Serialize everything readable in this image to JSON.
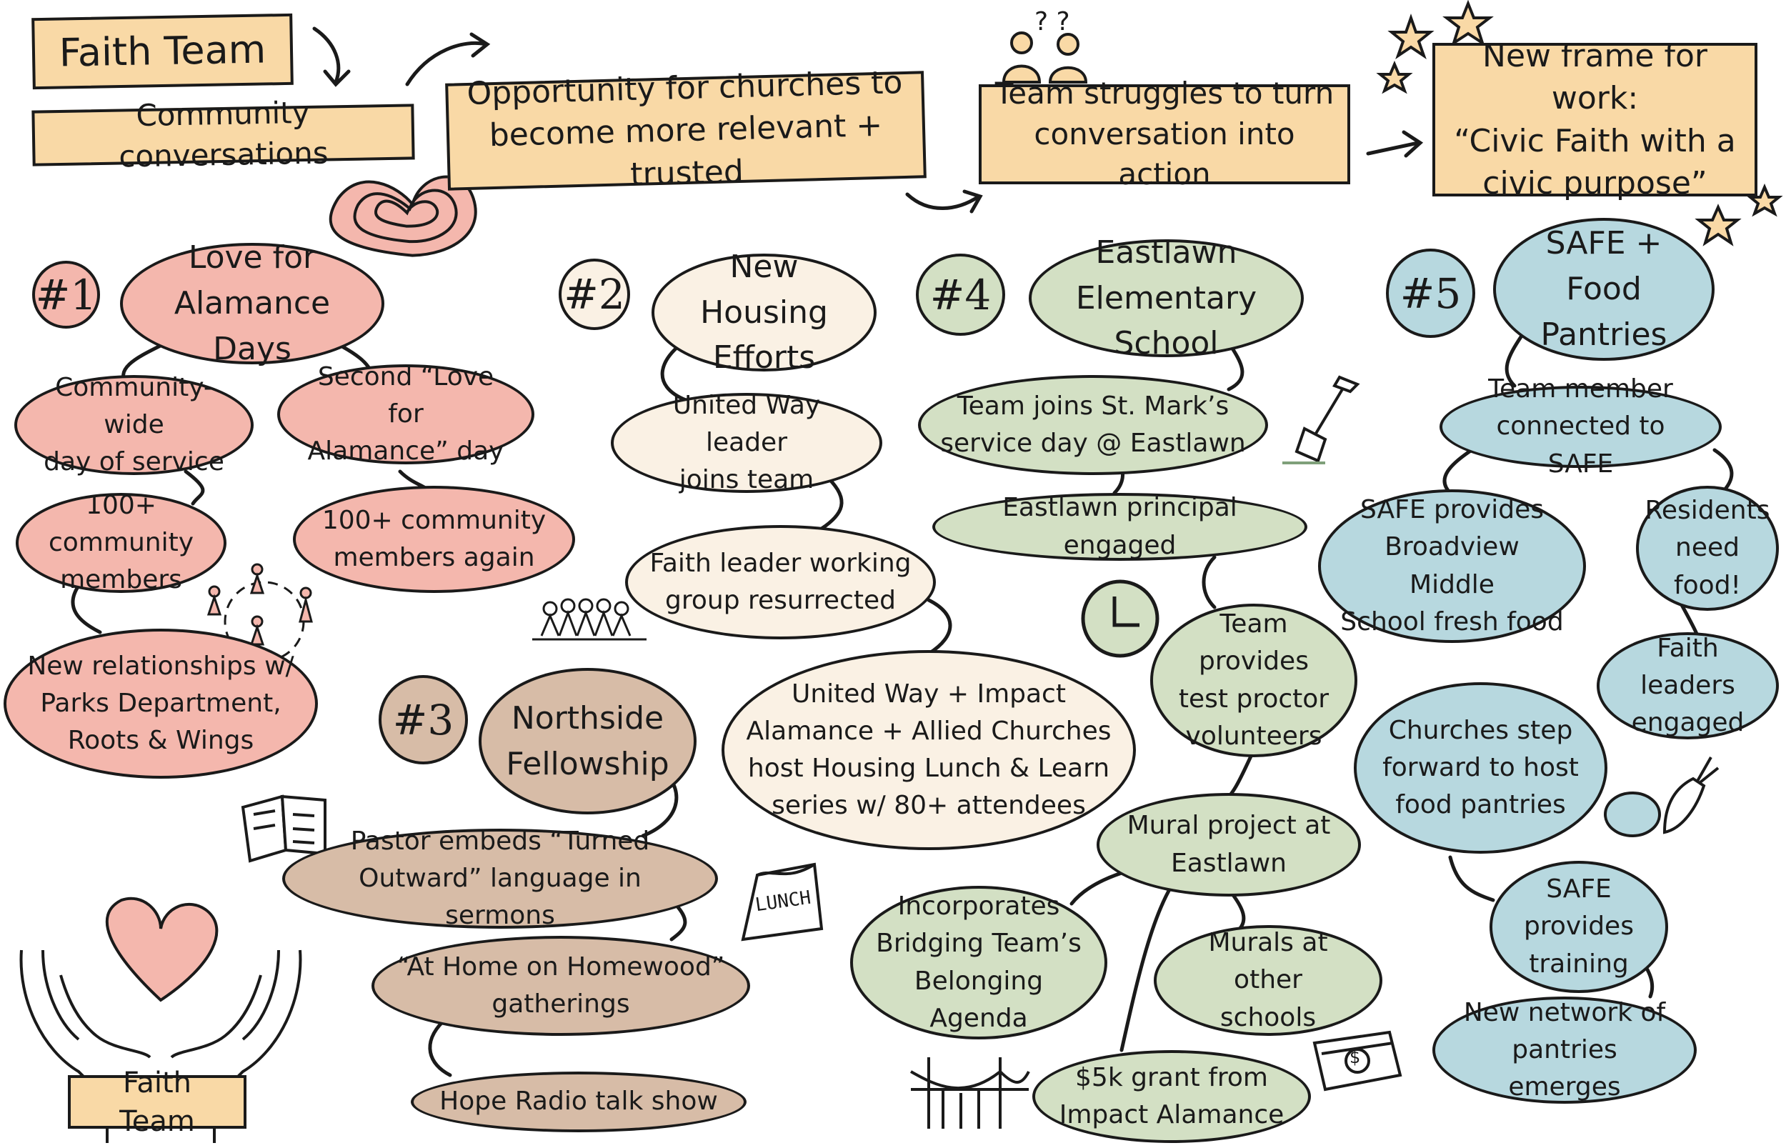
{
  "header": {
    "faith_team": "Faith Team",
    "community_conversations": "Community conversations",
    "opportunity": "Opportunity for churches to\nbecome more relevant + trusted",
    "struggles": "Team struggles to turn\nconversation into action",
    "new_frame": "New frame for work:\n“Civic Faith with a\ncivic purpose”"
  },
  "groups": {
    "g1": {
      "number": "#1",
      "title": "Love for\nAlamance Days",
      "items": [
        "Community-wide\nday of service",
        "Second “Love for\nAlamance” day",
        "100+ community\nmembers",
        "100+ community\nmembers again",
        "New relationships w/\nParks Department,\nRoots & Wings"
      ]
    },
    "g2": {
      "number": "#2",
      "title": "New Housing\nEfforts",
      "items": [
        "United Way leader\njoins team",
        "Faith leader working\ngroup resurrected",
        "United Way + Impact\nAlamance + Allied Churches\nhost Housing Lunch & Learn\nseries w/ 80+ attendees"
      ]
    },
    "g3": {
      "number": "#3",
      "title": "Northside\nFellowship",
      "items": [
        "Pastor embeds “Turned\nOutward” language in sermons",
        "“At Home on Homewood”\ngatherings",
        "Hope Radio talk show"
      ]
    },
    "g4": {
      "number": "#4",
      "title": "Eastlawn\nElementary School",
      "items": [
        "Team joins St. Mark’s\nservice day @ Eastlawn",
        "Eastlawn principal engaged",
        "Team provides\ntest proctor\nvolunteers",
        "Mural project at\nEastlawn",
        "Incorporates\nBridging Team’s\nBelonging Agenda",
        "Murals at other\nschools",
        "$5k grant from\nImpact Alamance"
      ]
    },
    "g5": {
      "number": "#5",
      "title": "SAFE + Food\nPantries",
      "items": [
        "Team member\nconnected to SAFE",
        "SAFE provides\nBroadview Middle\nSchool fresh food",
        "Residents\nneed food!",
        "Faith leaders\nengaged",
        "Churches step\nforward to host\nfood pantries",
        "SAFE provides\ntraining",
        "New network of\npantries emerges"
      ]
    }
  },
  "illustrations": {
    "lunch_bag_label": "LUNCH",
    "hands_label": "Faith Team",
    "question_marks": "? ?",
    "money_symbol": "$"
  },
  "colors": {
    "header_box": "#f9d9a6",
    "pink": "#f4b7ad",
    "cream": "#faf1e4",
    "tan": "#d7bca7",
    "green": "#d3e0c4",
    "blue": "#b7d8df",
    "ink": "#1a1a1a"
  },
  "icons": [
    "heart-icon",
    "people-circle-icon",
    "crowd-icon",
    "book-icon",
    "lunch-bag-icon",
    "clock-icon",
    "shovel-icon",
    "bridge-icon",
    "money-icon",
    "vegetables-icon",
    "stars-icon",
    "hands-heart-icon",
    "people-question-icon"
  ]
}
